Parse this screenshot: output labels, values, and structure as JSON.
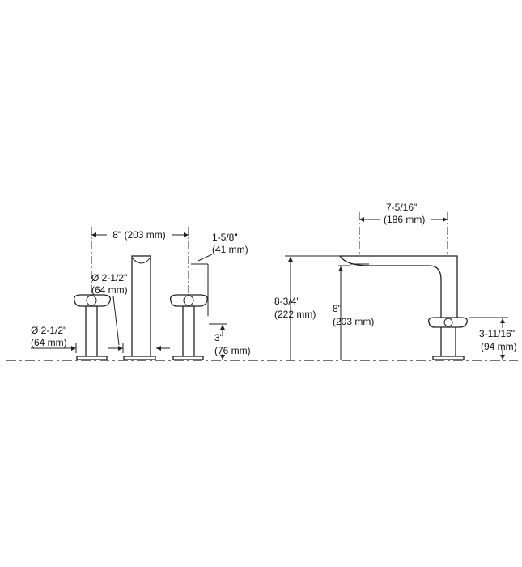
{
  "left_view": {
    "spacing": "8\" (203 mm)",
    "handle_offset": {
      "in": "1-5/8\"",
      "mm": "(41 mm)"
    },
    "spout_diameter": {
      "in": "Ø 2-1/2\"",
      "mm": "(64 mm)"
    },
    "handle_base_diameter": {
      "in": "Ø 2-1/2\"",
      "mm": "(64 mm)"
    },
    "handle_height": {
      "in": "3\"",
      "mm": "(76 mm)"
    }
  },
  "right_view": {
    "spout_reach": {
      "in": "7-5/16\"",
      "mm": "(186 mm)"
    },
    "overall_height": {
      "in": "8-3/4\"",
      "mm": "(222 mm)"
    },
    "spout_clearance": {
      "in": "8\"",
      "mm": "(203 mm)"
    },
    "handle_height": {
      "in": "3-11/16\"",
      "mm": "(94 mm)"
    }
  }
}
